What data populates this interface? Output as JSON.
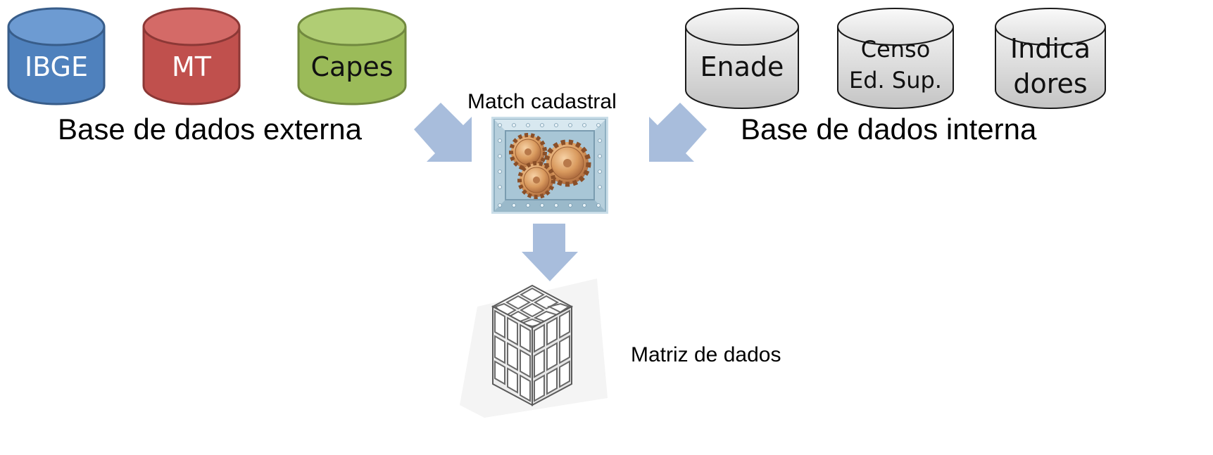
{
  "external": {
    "label": "Base de dados externa",
    "databases": [
      {
        "name": "IBGE",
        "color": "#4f81bd",
        "top": "#6d9bd2",
        "stroke": "#385d8a"
      },
      {
        "name": "MT",
        "color": "#c0504d",
        "top": "#d46a67",
        "stroke": "#8c3836"
      },
      {
        "name": "Capes",
        "color": "#9bbb59",
        "top": "#b0cd74",
        "stroke": "#71893f"
      }
    ]
  },
  "internal": {
    "label": "Base de dados interna",
    "databases": [
      {
        "line1": "Enade",
        "line2": ""
      },
      {
        "line1": "Censo",
        "line2": "Ed. Sup."
      },
      {
        "line1": "Indica",
        "line2": "dores"
      }
    ]
  },
  "process": {
    "label": "Match cadastral",
    "icon": "gears-icon"
  },
  "output": {
    "label": "Matriz de dados",
    "icon": "cube-matrix-icon"
  },
  "colors": {
    "arrow": "#a8bddc"
  }
}
